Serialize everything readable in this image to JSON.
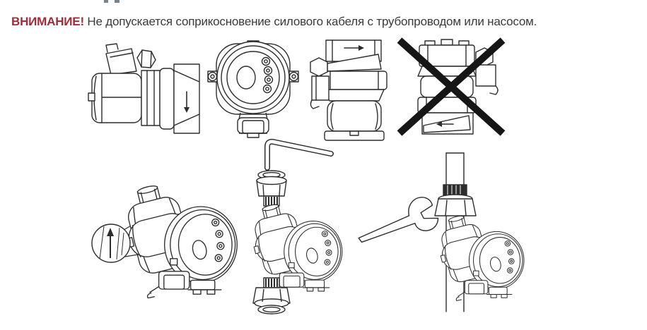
{
  "warning": {
    "label": "ВНИМАНИЕ!",
    "text": " Не допускается соприкосновение силового кабеля с трубопроводом или насосом.",
    "label_color": "#a42b38",
    "text_color": "#3a3a3b"
  },
  "illustrations": {
    "stroke_color": "#2d2d2d",
    "prohibited_cross_color": "#161616",
    "top_row": [
      {
        "name": "pump-horizontal-side-view-with-valve-flow-arrow-down"
      },
      {
        "name": "pump-control-head-front-view-with-buttons"
      },
      {
        "name": "pump-vertical-orientation-flow-arrow-right"
      },
      {
        "name": "pump-inverted-orientation-prohibited-crossed-out"
      }
    ],
    "bottom_row": [
      {
        "name": "pump-isometric-flow-direction-magnifier-detail"
      },
      {
        "name": "pump-exploded-union-nuts-gaskets-with-hex-key"
      },
      {
        "name": "pump-mounted-on-pipe-with-open-end-wrench"
      }
    ]
  }
}
